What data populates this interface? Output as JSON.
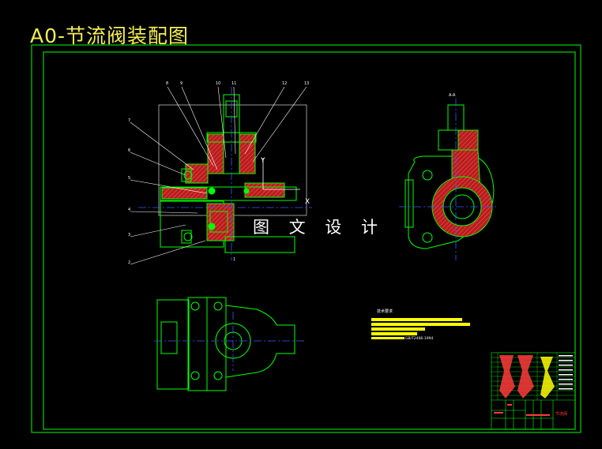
{
  "drawing": {
    "title": "A0-节流阀装配图",
    "watermark": "图 文 设 计",
    "section_mark": "A-A",
    "axis_labels": {
      "y": "Y",
      "x": "X"
    },
    "balloon_numbers_top": [
      "8",
      "9",
      "10",
      "11",
      "12",
      "13"
    ],
    "balloon_numbers_left": [
      "7",
      "6",
      "5",
      "4",
      "3",
      "2",
      "1"
    ],
    "tech_requirements": {
      "title": "技术要求",
      "line5_suffix": "GB/T2466-1994"
    },
    "title_block": {
      "part_name": "节流阀"
    }
  },
  "colors": {
    "background": "#000000",
    "frame": "#00ff00",
    "title": "#f4ee55",
    "outline": "#00ff00",
    "hatch": "#ff3b3b",
    "centerline": "#3a5bff",
    "leader": "#ffffff",
    "bars": "#ffff00"
  }
}
